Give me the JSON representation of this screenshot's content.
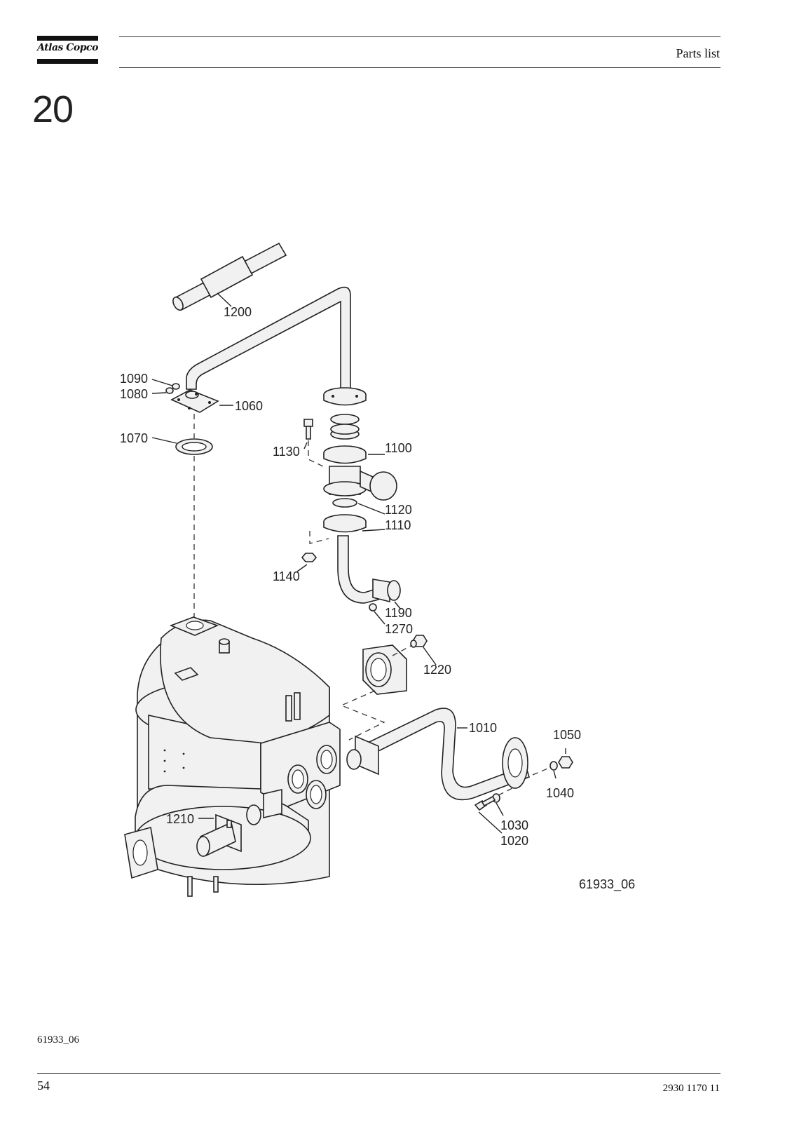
{
  "header": {
    "logo_text": "Atlas Copco",
    "title": "Parts list"
  },
  "section_number": "20",
  "drawing": {
    "callouts": [
      "1200",
      "1090",
      "1080",
      "1060",
      "1070",
      "1130",
      "1100",
      "1120",
      "1110",
      "1140",
      "1190",
      "1270",
      "1220",
      "1010",
      "1050",
      "1040",
      "1030",
      "1020",
      "1210"
    ],
    "drawing_id": "61933_06"
  },
  "footer": {
    "figure_ref": "61933_06",
    "page_number": "54",
    "document_number": "2930 1170 11"
  }
}
